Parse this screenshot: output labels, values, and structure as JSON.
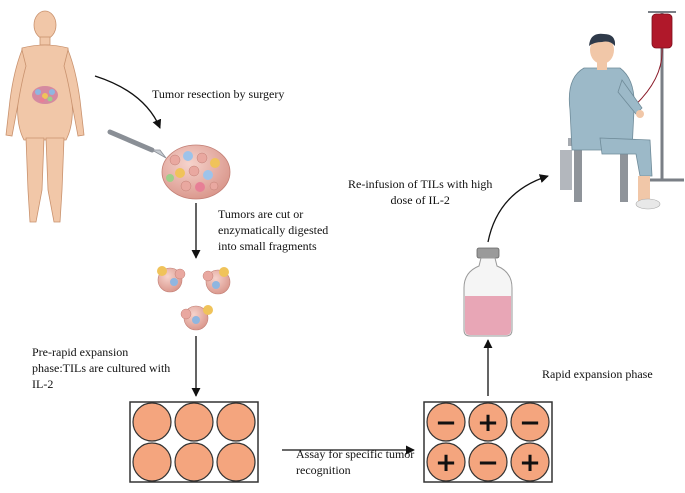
{
  "labels": {
    "tumor_resection": "Tumor resection by surgery",
    "fragments": "Tumors are cut or\nenzymatically digested\ninto small fragments",
    "pre_rapid": "Pre-rapid expansion\nphase:TILs are cultured with\nIL-2",
    "assay": "Assay for specific tumor\nrecognition",
    "rapid_expansion": "Rapid expansion phase",
    "reinfusion": "Re-infusion of TILs with high\ndose of IL-2"
  },
  "plate_right_signs": [
    "−",
    "+",
    "−",
    "+",
    "−",
    "+"
  ],
  "colors": {
    "skin": "#f1c7a8",
    "well_fill": "#f4a57e",
    "plate_border": "#333333",
    "blood_bag": "#b0182a",
    "liquid": "#e8a6b6",
    "gown": "#9cb9c8",
    "tumor": "#e7b2aa"
  }
}
